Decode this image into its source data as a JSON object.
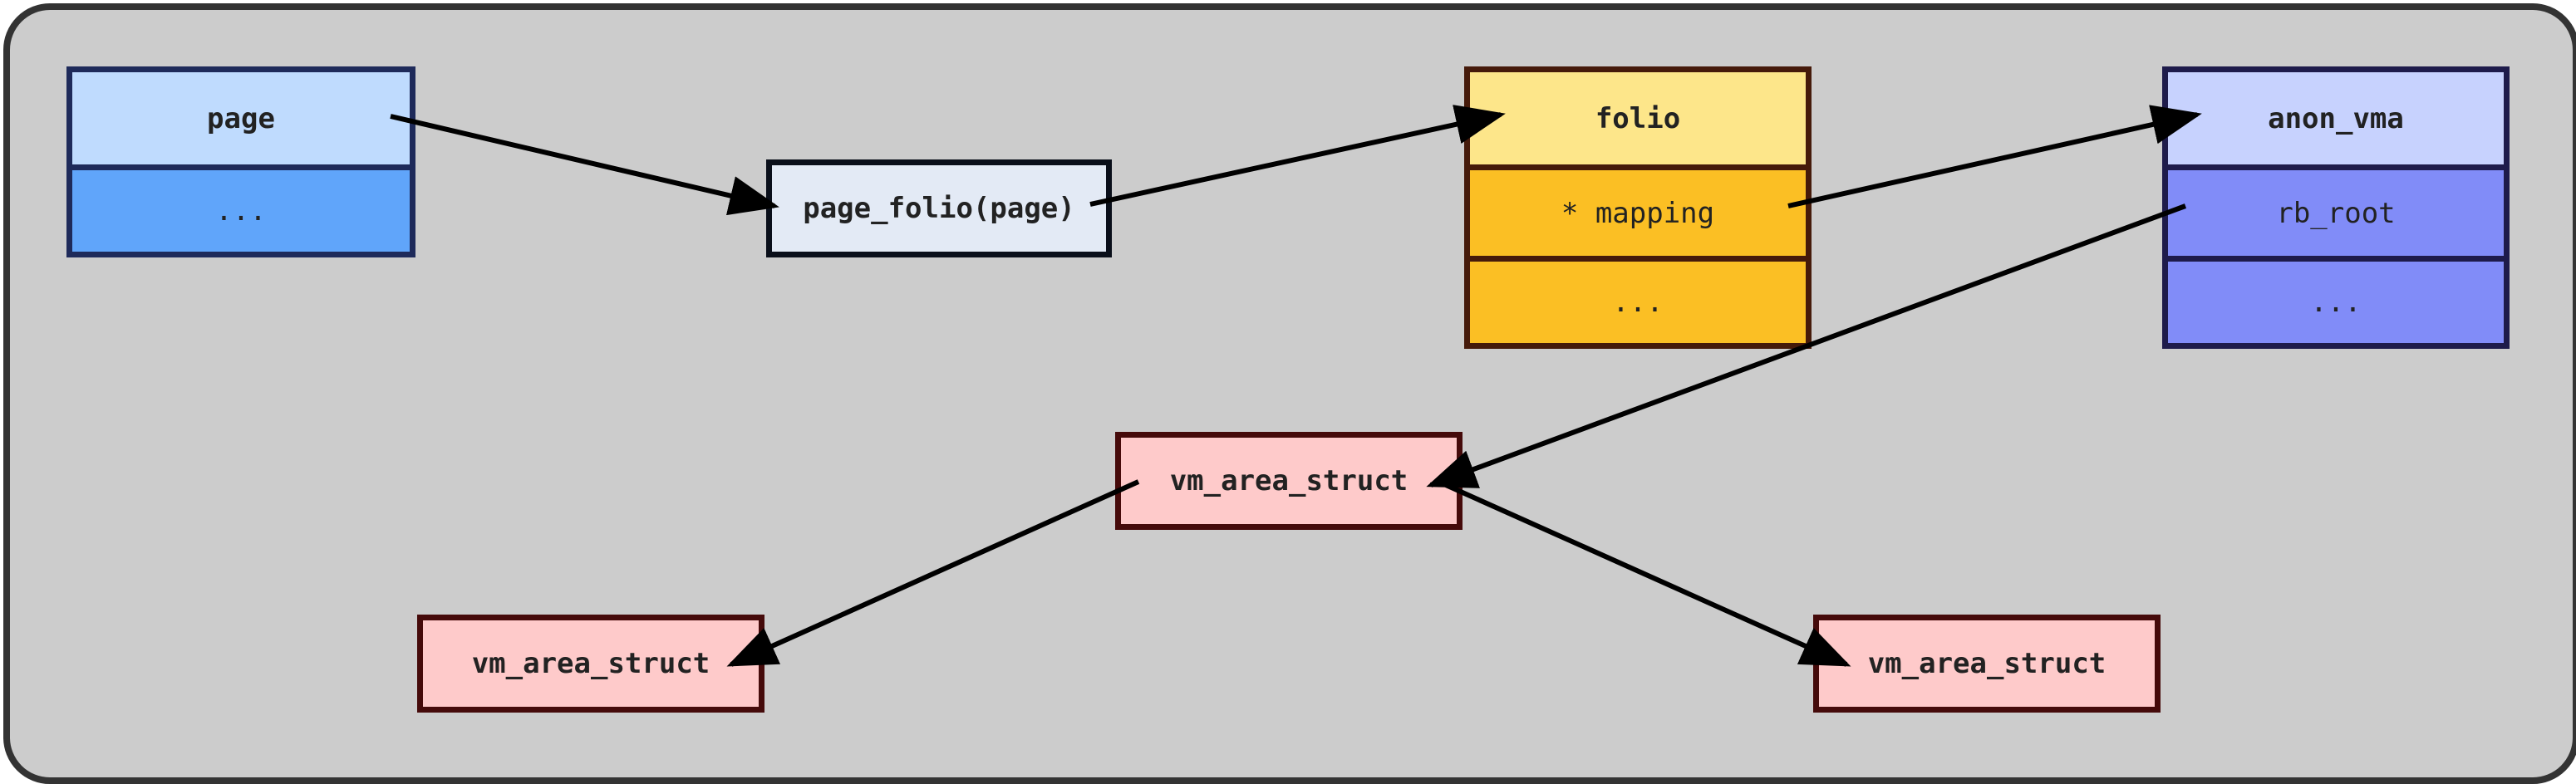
{
  "nodes": {
    "page": {
      "title": "page",
      "fields": [
        "..."
      ]
    },
    "page_folio": {
      "label": "page_folio(page)"
    },
    "folio": {
      "title": "folio",
      "fields": [
        "* mapping",
        "..."
      ]
    },
    "anon_vma": {
      "title": "anon_vma",
      "fields": [
        "rb_root",
        "..."
      ]
    },
    "vma_root": {
      "label": "vm_area_struct"
    },
    "vma_left": {
      "label": "vm_area_struct"
    },
    "vma_right": {
      "label": "vm_area_struct"
    }
  },
  "colors": {
    "background": "#cccccc",
    "frame": "#333333",
    "page_head": "#bfdbfe",
    "page_body": "#60a5fa",
    "page_border": "#1e2a5a",
    "func_fill": "#e3eaf5",
    "func_border": "#0a0f1a",
    "folio_head": "#fde68a",
    "folio_body": "#fbbf24",
    "folio_border": "#451a0a",
    "anon_head": "#c7d2fe",
    "anon_body": "#818cf8",
    "anon_border": "#1e1b4b",
    "vma_fill": "#fecaca",
    "vma_border": "#450a0a",
    "edge": "#000000"
  },
  "edges": [
    {
      "from": "page",
      "to": "page_folio"
    },
    {
      "from": "page_folio",
      "to": "folio"
    },
    {
      "from": "folio.mapping",
      "to": "anon_vma"
    },
    {
      "from": "anon_vma.rb_root",
      "to": "vma_root"
    },
    {
      "from": "vma_root",
      "to": "vma_left"
    },
    {
      "from": "vma_root",
      "to": "vma_right"
    }
  ]
}
